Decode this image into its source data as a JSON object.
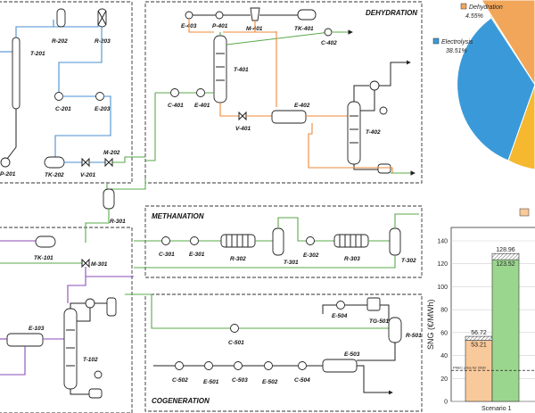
{
  "sections": {
    "dehydration": "DEHYDRATION",
    "methanation": "METHANATION",
    "cogeneration": "COGENERATION"
  },
  "equipment": {
    "T201": "T-201",
    "R202": "R-202",
    "R203": "R-203",
    "C201": "C-201",
    "E203": "E-203",
    "TK202": "TK-202",
    "V201": "V-201",
    "M202": "M-202",
    "P201": "P-201",
    "R301": "R-301",
    "E403": "E-403",
    "P401": "P-401",
    "M401": "M-401",
    "TK401": "TK-401",
    "C402": "C-402",
    "T401": "T-401",
    "C401": "C-401",
    "E401": "E-401",
    "V401": "V-401",
    "E402": "E-402",
    "T402": "T-402",
    "C301": "C-301",
    "E301": "E-301",
    "R302": "R-302",
    "T301": "T-301",
    "E302": "E-302",
    "R303": "R-303",
    "T302": "T-302",
    "TK101": "TK-101",
    "M301": "M-301",
    "E103": "E-103",
    "T102": "T-102",
    "E504": "E-504",
    "TG501": "TG-501",
    "C501": "C-501",
    "R501": "R-501",
    "C502": "C-502",
    "E501": "E-501",
    "C503": "C-503",
    "E502": "E-502",
    "C504": "C-504",
    "E503": "E-503"
  },
  "pie": {
    "slices": [
      {
        "label": "Dehydration",
        "value": "4.55%",
        "color": "#f2a65a"
      },
      {
        "label": "Electrolysis",
        "value": "38.51%",
        "color": "#3a9ad9"
      }
    ]
  },
  "chart_data": {
    "type": "bar",
    "ylabel": "SNG (€/MWh)",
    "yticks": [
      "0",
      "20",
      "40",
      "60",
      "80",
      "100",
      "120",
      "140"
    ],
    "ylim": [
      0,
      140
    ],
    "categories": [
      "Scenario 1"
    ],
    "bars": [
      {
        "value": 53.21,
        "total": 56.72,
        "color": "#f8c99a"
      },
      {
        "value": 123.52,
        "total": 128.96,
        "color": "#9bd68f"
      }
    ],
    "reference_value": 27,
    "reference_label": "PNEC price for 2030"
  }
}
